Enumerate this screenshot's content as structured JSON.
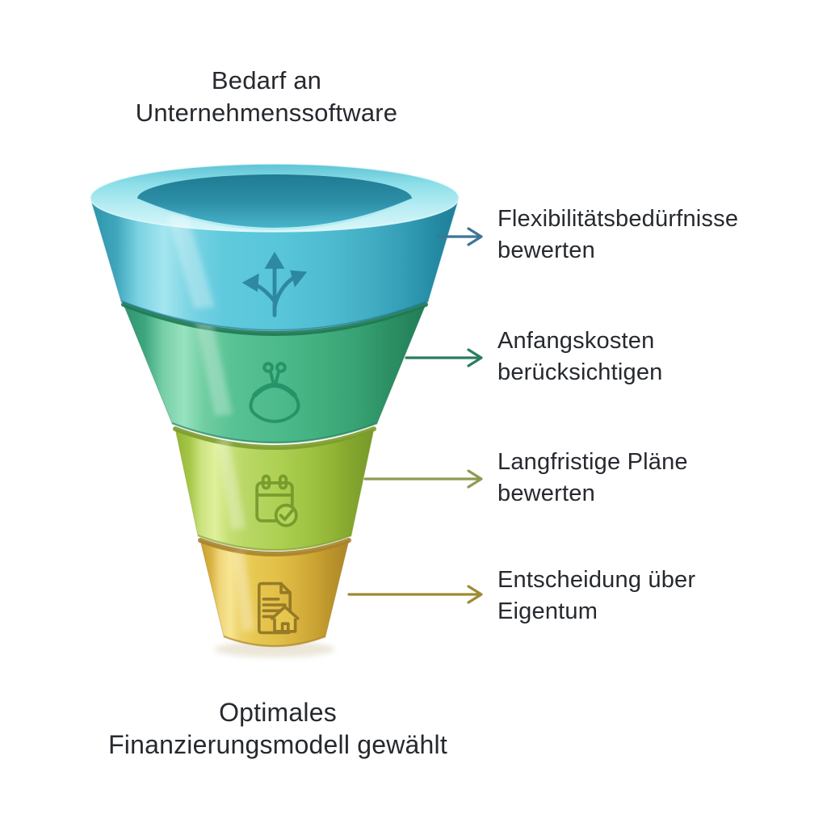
{
  "title": "Bedarf an\nUnternehmenssoftware",
  "footer": "Optimales\nFinanzierungsmodell gewählt",
  "stages": [
    {
      "label": "Flexibilitätsbedürfnisse\nbewerten",
      "icon": "branching-arrows-icon",
      "color": "#55c4d8",
      "arrow_color": "#3d7596"
    },
    {
      "label": "Anfangskosten\nberücksichtigen",
      "icon": "coin-purse-icon",
      "color": "#4cba8b",
      "arrow_color": "#2c7c5f"
    },
    {
      "label": "Langfristige Pläne\nbewerten",
      "icon": "calendar-check-icon",
      "color": "#aed053",
      "arrow_color": "#8d9c52"
    },
    {
      "label": "Entscheidung über\nEigentum",
      "icon": "document-house-icon",
      "color": "#e2c048",
      "arrow_color": "#9d8a33"
    }
  ]
}
